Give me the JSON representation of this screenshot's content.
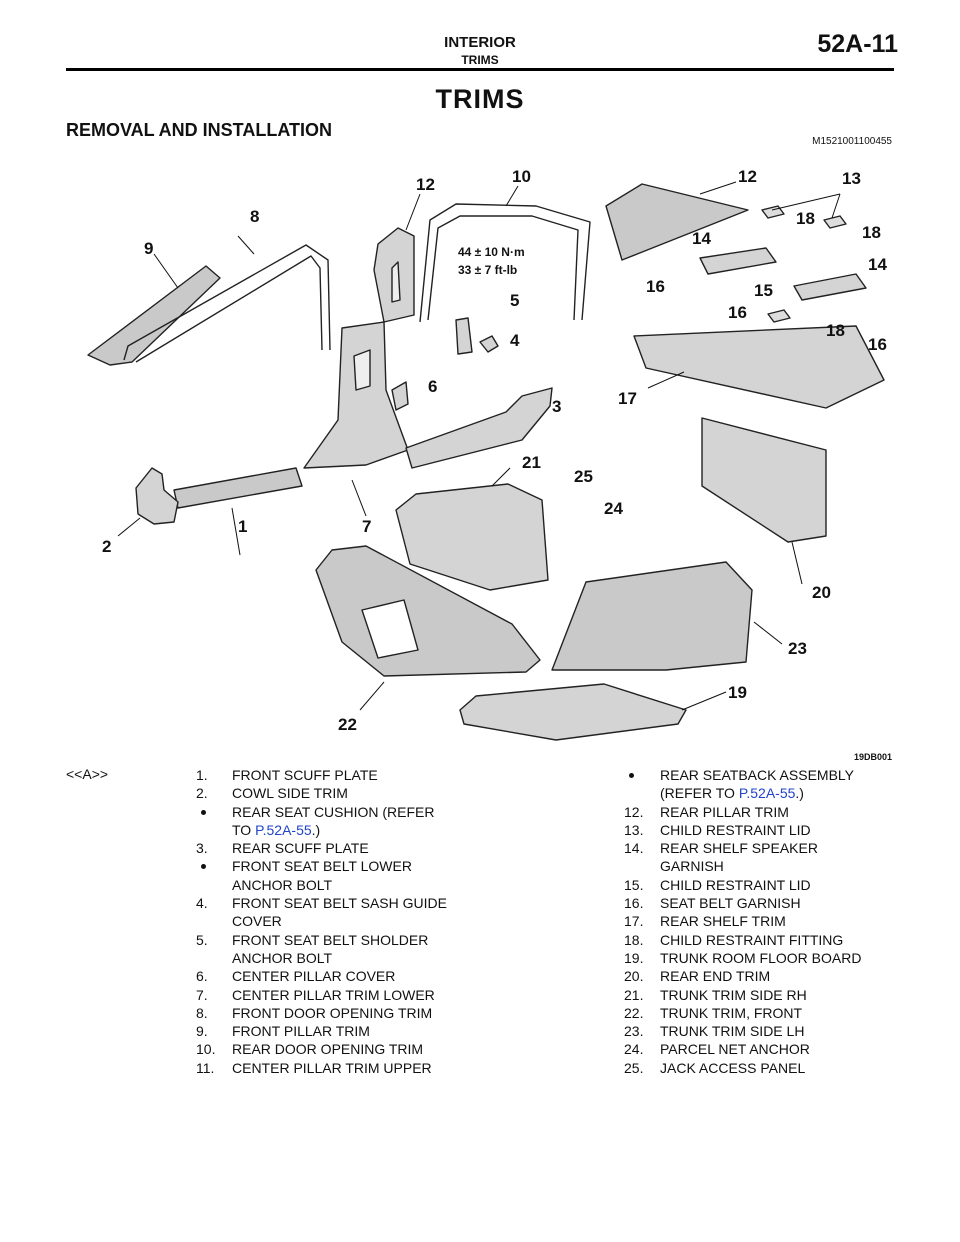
{
  "header": {
    "section": "INTERIOR",
    "subsection": "TRIMS",
    "page_number": "52A-11"
  },
  "title": "TRIMS",
  "section_heading": "REMOVAL AND INSTALLATION",
  "document_code": "M1521001100455",
  "figure_code": "19DB001",
  "torque": {
    "line1": "44 ± 10 N·m",
    "line2": "33 ± 7 ft-lb"
  },
  "callouts": [
    "1",
    "2",
    "3",
    "4",
    "5",
    "6",
    "7",
    "8",
    "9",
    "10",
    "12",
    "12",
    "13",
    "14",
    "14",
    "15",
    "16",
    "16",
    "16",
    "17",
    "18",
    "18",
    "18",
    "19",
    "20",
    "21",
    "22",
    "23",
    "24",
    "25"
  ],
  "procedure_mark": "<<A>>",
  "legend_left": [
    {
      "num": "1.",
      "text": "FRONT SCUFF PLATE"
    },
    {
      "num": "2.",
      "text": "COWL SIDE TRIM"
    },
    {
      "bullet": true,
      "text": "REAR SEAT CUSHION (REFER",
      "text2": "TO ",
      "link": "P.52A-55",
      "after": ".)"
    },
    {
      "num": "3.",
      "text": "REAR SCUFF PLATE"
    },
    {
      "bullet": true,
      "text": "FRONT SEAT BELT LOWER",
      "text2": "ANCHOR BOLT"
    },
    {
      "num": "4.",
      "text": "FRONT SEAT BELT SASH GUIDE",
      "text2": "COVER"
    },
    {
      "num": "5.",
      "text": "FRONT SEAT BELT SHOLDER",
      "text2": "ANCHOR BOLT"
    },
    {
      "num": "6.",
      "text": "CENTER PILLAR COVER"
    },
    {
      "num": "7.",
      "text": "CENTER PILLAR TRIM LOWER"
    },
    {
      "num": "8.",
      "text": "FRONT DOOR OPENING TRIM"
    },
    {
      "num": "9.",
      "text": "FRONT PILLAR TRIM"
    },
    {
      "num": "10.",
      "text": "REAR DOOR OPENING TRIM"
    },
    {
      "num": "11.",
      "text": "CENTER PILLAR TRIM UPPER"
    }
  ],
  "legend_right": [
    {
      "bullet": true,
      "text": "REAR SEATBACK ASSEMBLY",
      "text2": "(REFER TO ",
      "link": "P.52A-55",
      "after": ".)"
    },
    {
      "num": "12.",
      "text": "REAR PILLAR TRIM"
    },
    {
      "num": "13.",
      "text": "CHILD RESTRAINT LID"
    },
    {
      "num": "14.",
      "text": "REAR SHELF SPEAKER",
      "text2": "GARNISH"
    },
    {
      "num": "15.",
      "text": "CHILD RESTRAINT LID"
    },
    {
      "num": "16.",
      "text": "SEAT BELT GARNISH"
    },
    {
      "num": "17.",
      "text": "REAR SHELF TRIM"
    },
    {
      "num": "18.",
      "text": "CHILD RESTRAINT FITTING"
    },
    {
      "num": "19.",
      "text": "TRUNK ROOM FLOOR BOARD"
    },
    {
      "num": "20.",
      "text": "REAR END TRIM"
    },
    {
      "num": "21.",
      "text": "TRUNK TRIM SIDE RH"
    },
    {
      "num": "22.",
      "text": "TRUNK TRIM, FRONT"
    },
    {
      "num": "23.",
      "text": "TRUNK TRIM SIDE LH"
    },
    {
      "num": "24.",
      "text": "PARCEL NET ANCHOR"
    },
    {
      "num": "25.",
      "text": "JACK ACCESS PANEL"
    }
  ]
}
